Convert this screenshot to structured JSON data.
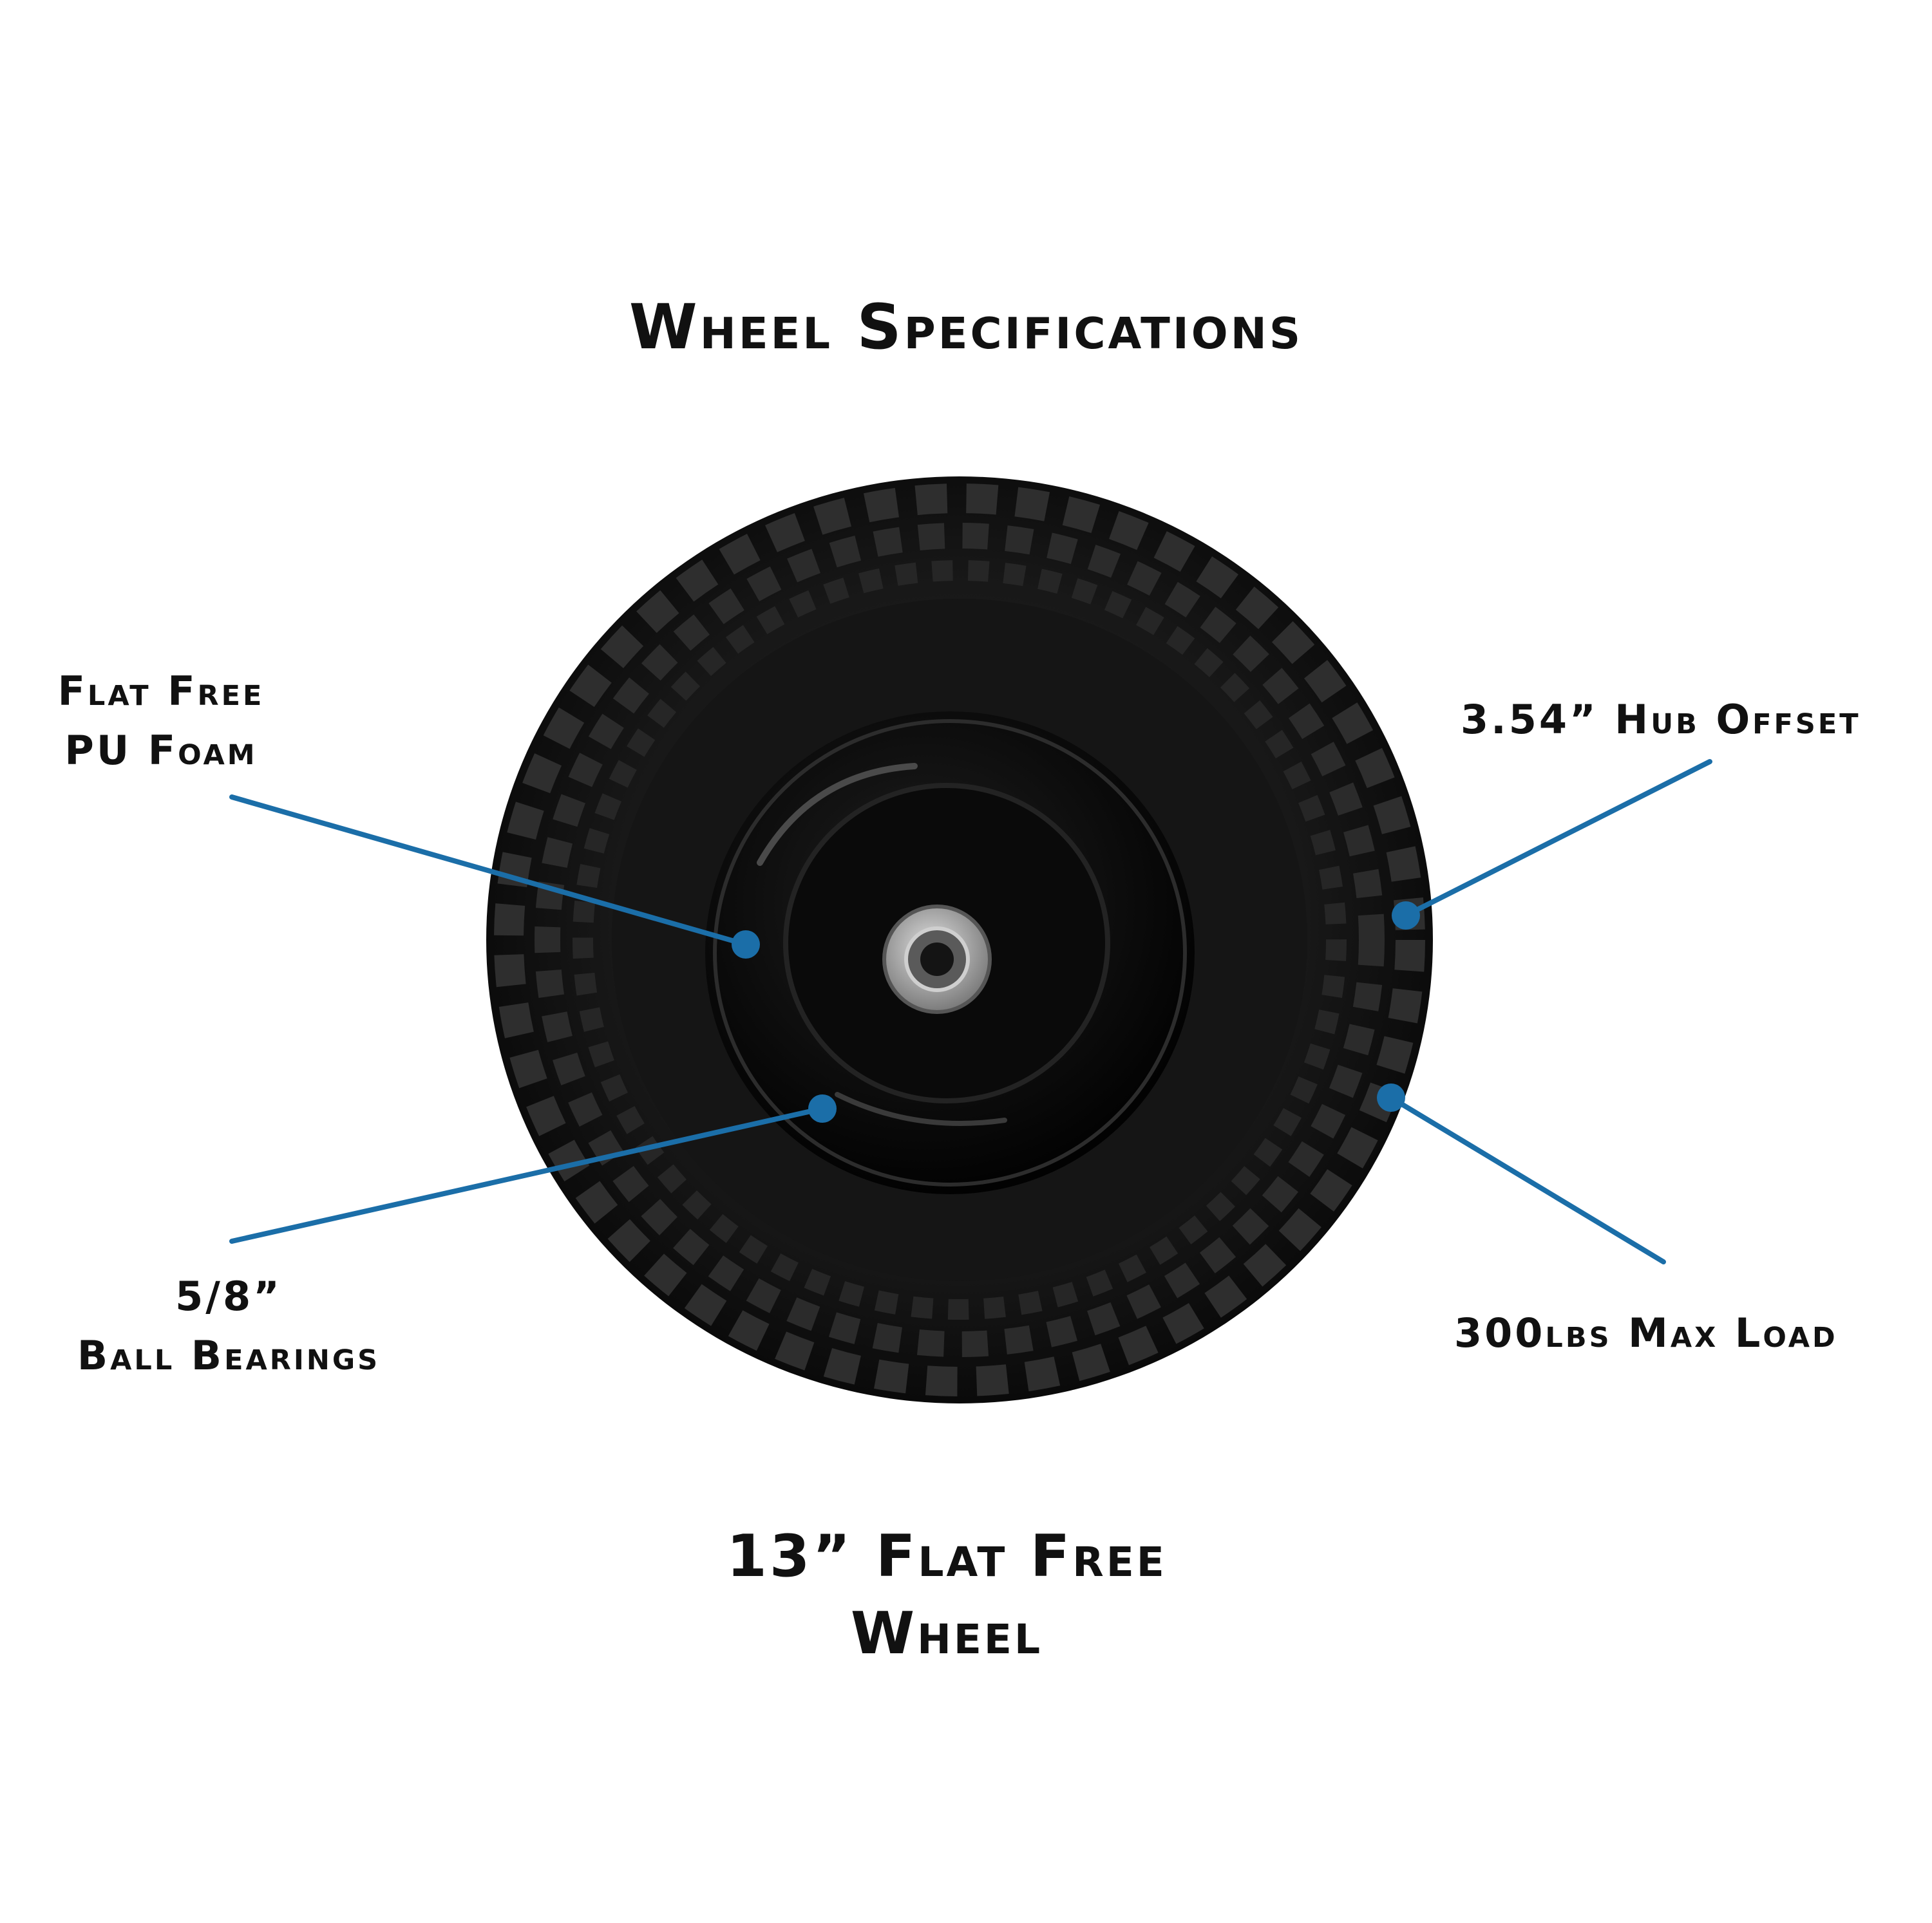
{
  "title": "Wheel Specifications",
  "callouts": {
    "flat_free": {
      "line1": "Flat Free",
      "line2": "PU Foam"
    },
    "hub_offset": {
      "text": "3.54” Hub Offset"
    },
    "bearings": {
      "line1": "5/8”",
      "line2": "Ball Bearings"
    },
    "max_load": {
      "text": "300lbs Max Load"
    }
  },
  "caption": {
    "line1": "13” Flat Free",
    "line2": "Wheel"
  },
  "colors": {
    "callout_line": "#1b6ea8",
    "tire": "#141414",
    "rim": "#050505",
    "hub": "#9a9a9a",
    "text": "#111111"
  }
}
